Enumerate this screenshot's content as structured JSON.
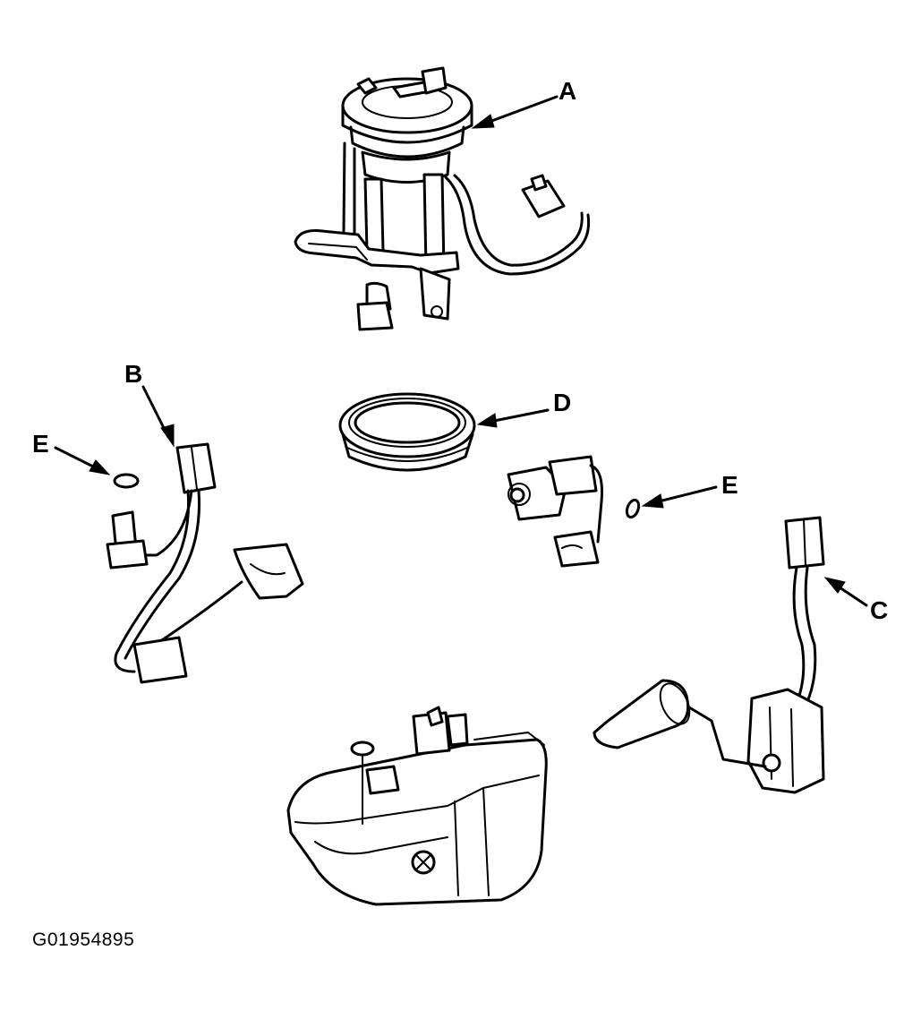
{
  "labels": {
    "a": "A",
    "b": "B",
    "c": "C",
    "d": "D",
    "e_left": "E",
    "e_right": "E"
  },
  "figure_code": "G01954895",
  "colors": {
    "line": "#000000",
    "background": "#ffffff"
  }
}
